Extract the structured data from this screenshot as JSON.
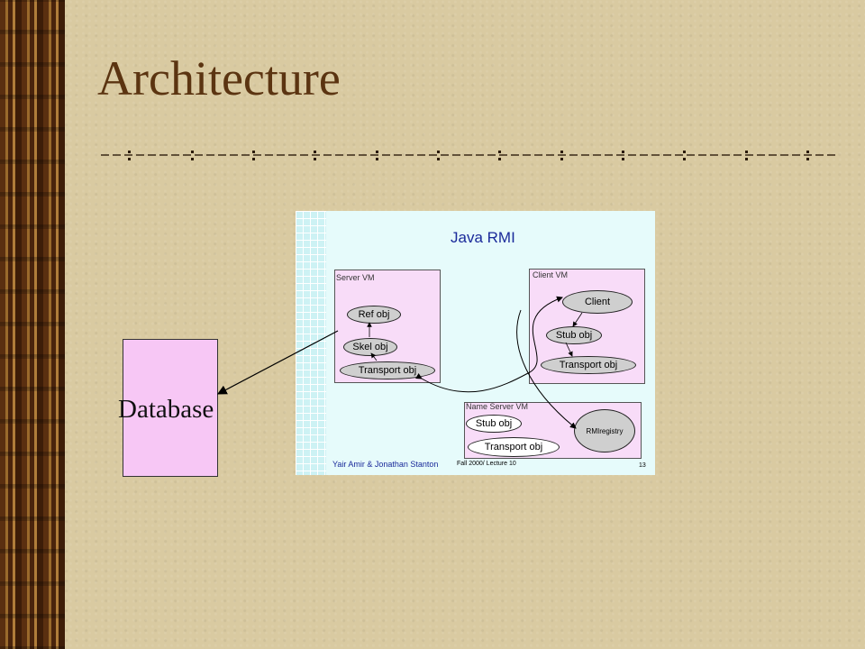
{
  "slide": {
    "title": "Architecture"
  },
  "database": {
    "label": "Database"
  },
  "rmi_figure": {
    "title": "Java RMI",
    "server_vm": {
      "label": "Server VM",
      "ref_obj": "Ref obj",
      "skel_obj": "Skel obj",
      "transport_obj": "Transport obj"
    },
    "client_vm": {
      "label": "Client VM",
      "client": "Client",
      "stub_obj": "Stub obj",
      "transport_obj": "Transport obj"
    },
    "name_server_vm": {
      "label": "Name Server VM",
      "stub_obj": "Stub obj",
      "transport_obj": "Transport obj",
      "registry": "RMIregistry"
    },
    "footer": {
      "authors": "Yair Amir & Jonathan Stanton",
      "course": "Fall 2000/ Lecture 10",
      "page": "13"
    }
  },
  "colors": {
    "title": "#5b3411",
    "database_fill": "#f7c7f5",
    "vm_fill": "#f8dcf8",
    "rmi_title": "#1a2a9a"
  }
}
